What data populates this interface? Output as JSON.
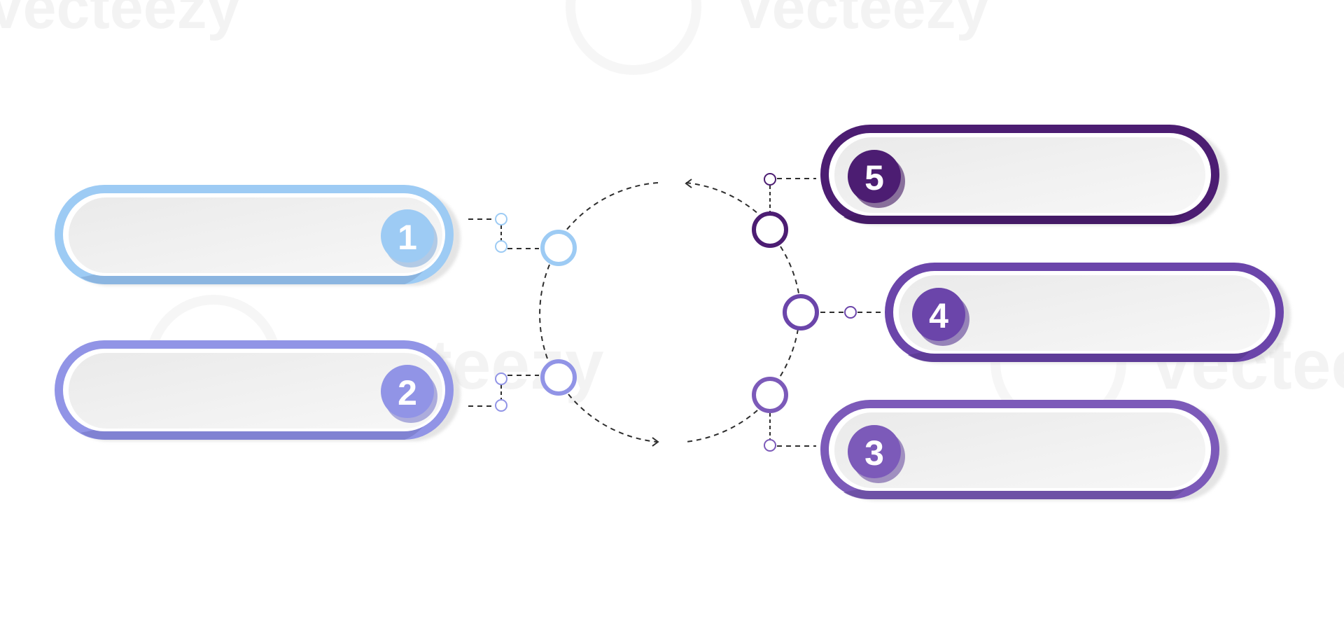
{
  "steps": [
    {
      "id": "1",
      "color": "#9DCBF4",
      "accent": "#86ADDA",
      "side": "left"
    },
    {
      "id": "2",
      "color": "#9194E6",
      "accent": "#7B7CCB",
      "side": "left"
    },
    {
      "id": "3",
      "color": "#7C5AB9",
      "accent": "#6A4FA0",
      "side": "right"
    },
    {
      "id": "4",
      "color": "#6B45AA",
      "accent": "#5A3A92",
      "side": "right"
    },
    {
      "id": "5",
      "color": "#4C1D72",
      "accent": "#421963",
      "side": "right"
    }
  ],
  "watermark": {
    "text": "Vecteezy"
  },
  "colors": {
    "connector_dash": "#2E2E2E",
    "bar_fill": "#F1F1F1",
    "bar_shadow": "#D0D0D0"
  }
}
